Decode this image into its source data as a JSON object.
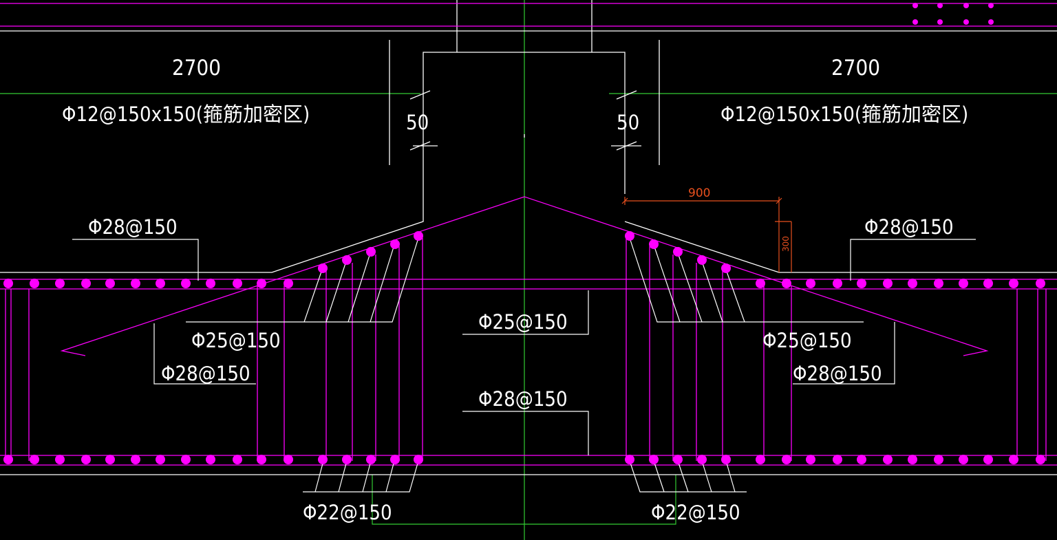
{
  "colors": {
    "background": "#000000",
    "outline": "#ffffff",
    "rebar": "#ff00ff",
    "dimension": "#e8501e",
    "axis": "#33cc33",
    "text": "#ffffff"
  },
  "top_left": {
    "span_dim": "2700",
    "stirrup_note": "Φ12@150x150(箍筋加密区)",
    "cover_dim": "50"
  },
  "top_right": {
    "span_dim": "2700",
    "stirrup_note": "Φ12@150x150(箍筋加密区)",
    "cover_dim": "50"
  },
  "haunch_dims": {
    "width": "900",
    "height": "300"
  },
  "callouts": {
    "top_left_rebar": "Φ28@150",
    "top_right_rebar": "Φ28@150",
    "left_inclined": "Φ25@150",
    "right_inclined": "Φ25@150",
    "left_lower": "Φ28@150",
    "right_lower": "Φ28@150",
    "center_top": "Φ25@150",
    "center_bottom": "Φ28@150",
    "bottom_left": "Φ22@150",
    "bottom_right": "Φ22@150"
  }
}
